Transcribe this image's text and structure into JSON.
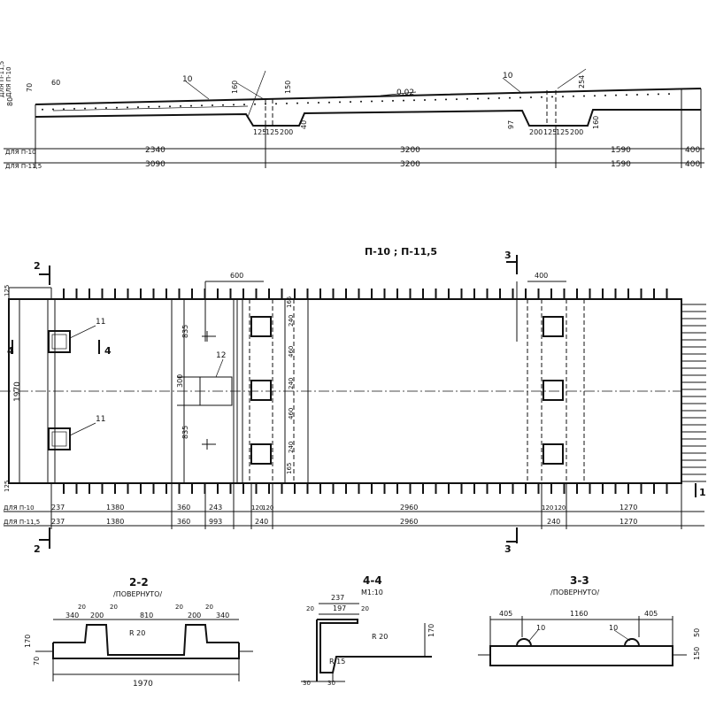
{
  "elevation": {
    "left_labels": [
      "ДЛЯ П-10",
      "ДЛЯ П-11,5"
    ],
    "left_dims": [
      "80",
      "70",
      "60"
    ],
    "callouts": [
      "10",
      "10"
    ],
    "heights": [
      "160",
      "150",
      "254",
      "160"
    ],
    "slope": "0,02",
    "small_dims_left": [
      "125",
      "125",
      "200",
      "40"
    ],
    "small_dims_right": [
      "200",
      "125",
      "125",
      "200"
    ],
    "depth_right": "97",
    "row_p10": [
      "2340",
      "3200",
      "1590",
      "400"
    ],
    "row_p115": [
      "3090",
      "3200",
      "1590",
      "400"
    ]
  },
  "plan": {
    "title": "П-10 ; П-11,5",
    "section_marks": [
      "2",
      "2",
      "3",
      "3",
      "4",
      "4",
      "1"
    ],
    "top_dims": [
      "600",
      "400"
    ],
    "left_height": "1970",
    "edge_dims": [
      "125",
      "125"
    ],
    "vertical_dims": [
      "835",
      "300",
      "835"
    ],
    "callouts": [
      "11",
      "11",
      "12"
    ],
    "column_dims": [
      "165",
      "240",
      "460",
      "240",
      "460",
      "240",
      "165"
    ],
    "row_labels": [
      "ДЛЯ П-10",
      "ДЛЯ П-11,5"
    ],
    "row_p10": [
      "237",
      "1380",
      "360",
      "243",
      "120",
      "120",
      "2960",
      "120",
      "120",
      "1270"
    ],
    "row_p115": [
      "237",
      "1380",
      "360",
      "993",
      "240",
      "2960",
      "240",
      "1270"
    ]
  },
  "section_2_2": {
    "title": "2-2",
    "subtitle": "/ПОВЕРНУТО/",
    "dims_top": [
      "20",
      "20",
      "20",
      "20",
      "340",
      "200",
      "810",
      "200",
      "340"
    ],
    "radius": "R 20",
    "left_dims": [
      "170",
      "70"
    ],
    "total": "1970"
  },
  "section_4_4": {
    "title": "4-4",
    "scale": "М1:10",
    "dims_top": [
      "237",
      "20",
      "197",
      "20"
    ],
    "radius_a": "R 20",
    "radius_b": "R 15",
    "right_dim": "170",
    "bottom_dims": [
      "30",
      "30"
    ]
  },
  "section_3_3": {
    "title": "3-3",
    "subtitle": "/ПОВЕРНУТО/",
    "dims_top": [
      "405",
      "1160",
      "405"
    ],
    "callouts": [
      "10",
      "10"
    ],
    "right_dims": [
      "50",
      "150"
    ]
  }
}
